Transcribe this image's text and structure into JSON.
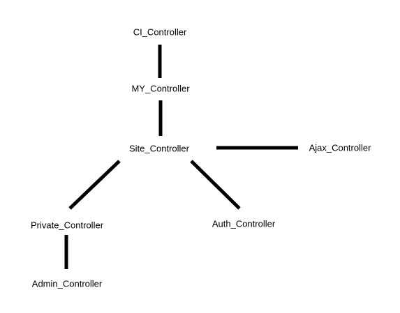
{
  "diagram": {
    "nodes": {
      "ci": "CI_Controller",
      "my": "MY_Controller",
      "site": "Site_Controller",
      "ajax": "Ajax_Controller",
      "private": "Private_Controller",
      "auth": "Auth_Controller",
      "admin": "Admin_Controller"
    },
    "edges": [
      [
        "CI_Controller",
        "MY_Controller"
      ],
      [
        "MY_Controller",
        "Site_Controller"
      ],
      [
        "Site_Controller",
        "Ajax_Controller"
      ],
      [
        "Site_Controller",
        "Private_Controller"
      ],
      [
        "Site_Controller",
        "Auth_Controller"
      ],
      [
        "Private_Controller",
        "Admin_Controller"
      ]
    ],
    "line_color": "#000000"
  }
}
